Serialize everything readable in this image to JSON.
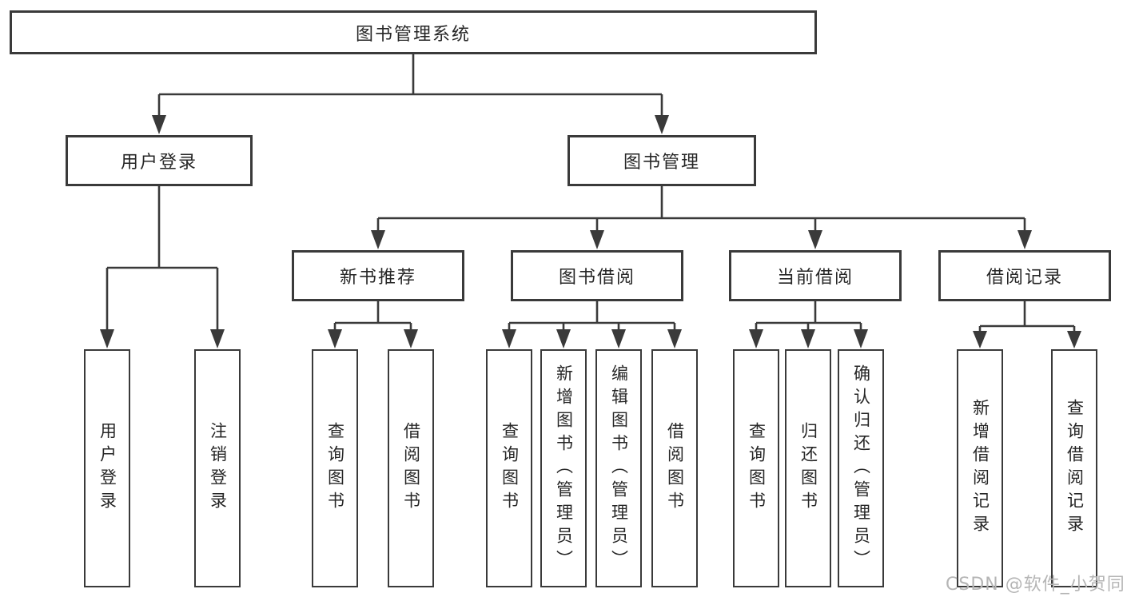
{
  "diagram": {
    "title": "图书管理系统",
    "nodes": {
      "root": "图书管理系统",
      "user_login": "用户登录",
      "book_mgmt": "图书管理",
      "new_book": "新书推荐",
      "book_borrow": "图书借阅",
      "current_borrow": "当前借阅",
      "borrow_record": "借阅记录",
      "leaf_user_login": "用户登录",
      "leaf_logout": "注销登录",
      "leaf_nb_query": "查询图书",
      "leaf_nb_borrow": "借阅图书",
      "leaf_bb_query": "查询图书",
      "leaf_bb_add": "新增图书（管理员）",
      "leaf_bb_edit": "编辑图书（管理员）",
      "leaf_bb_borrow": "借阅图书",
      "leaf_cb_query": "查询图书",
      "leaf_cb_return": "归还图书",
      "leaf_cb_confirm": "确认归还（管理员）",
      "leaf_br_add": "新增借阅记录",
      "leaf_br_query": "查询借阅记录"
    },
    "edges": [
      [
        "图书管理系统",
        "用户登录"
      ],
      [
        "图书管理系统",
        "图书管理"
      ],
      [
        "用户登录",
        "用户登录"
      ],
      [
        "用户登录",
        "注销登录"
      ],
      [
        "图书管理",
        "新书推荐"
      ],
      [
        "图书管理",
        "图书借阅"
      ],
      [
        "图书管理",
        "当前借阅"
      ],
      [
        "图书管理",
        "借阅记录"
      ],
      [
        "新书推荐",
        "查询图书"
      ],
      [
        "新书推荐",
        "借阅图书"
      ],
      [
        "图书借阅",
        "查询图书"
      ],
      [
        "图书借阅",
        "新增图书（管理员）"
      ],
      [
        "图书借阅",
        "编辑图书（管理员）"
      ],
      [
        "图书借阅",
        "借阅图书"
      ],
      [
        "当前借阅",
        "查询图书"
      ],
      [
        "当前借阅",
        "归还图书"
      ],
      [
        "当前借阅",
        "确认归还（管理员）"
      ],
      [
        "借阅记录",
        "新增借阅记录"
      ],
      [
        "借阅记录",
        "查询借阅记录"
      ]
    ],
    "colors": {
      "line": "#3a3a3a",
      "text": "#262626",
      "background": "#ffffff"
    }
  },
  "watermark": {
    "text": "CSDN @软件_小贺同学",
    "color": "#b5b5b5"
  }
}
